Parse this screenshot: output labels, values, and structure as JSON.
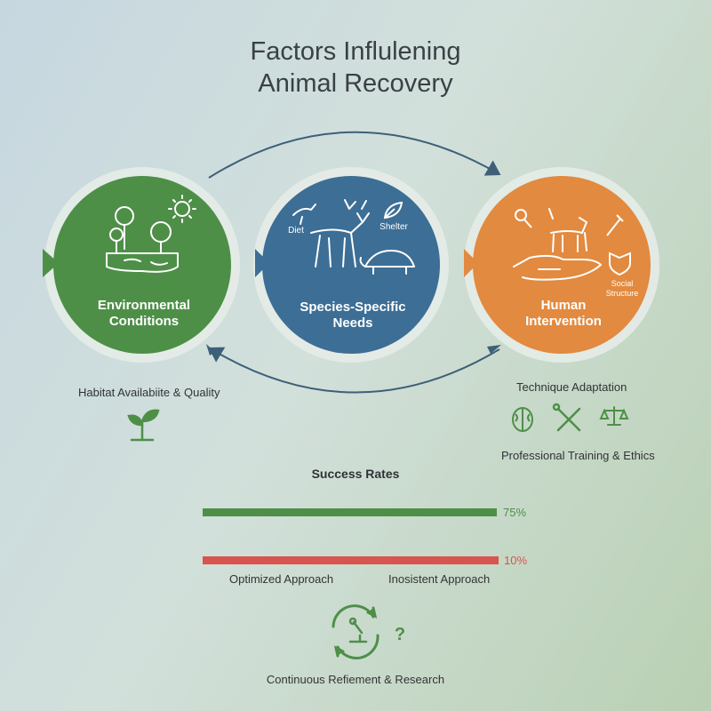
{
  "title": {
    "line1": "Factors Influlening",
    "line2": "Animal Recovery"
  },
  "nodes": [
    {
      "label_line1": "Environmental",
      "label_line2": "Conditions",
      "color": "#4e8f48"
    },
    {
      "label_line1": "Species-Specific",
      "label_line2": "Needs",
      "color": "#3d6e95",
      "tags": [
        "Diet",
        "Shelter"
      ]
    },
    {
      "label_line1": "Human",
      "label_line2": "Intervention",
      "color": "#e28a3f",
      "tags": [
        "Social",
        "Structure"
      ]
    }
  ],
  "left_sub": {
    "label": "Habitat Availabiite & Quality"
  },
  "right_sub": {
    "top_label": "Technique Adaptation",
    "bottom_label": "Professional Training & Ethics"
  },
  "success": {
    "title": "Success Rates",
    "bars": [
      {
        "name": "Optimized Approach",
        "percent": 75,
        "label": "75%",
        "color": "#4e8f48"
      },
      {
        "name": "Inosistent Approach",
        "percent": 10,
        "label": "10%",
        "color": "#d9534f"
      }
    ]
  },
  "footer": {
    "label": "Continuous Refiement & Research",
    "question": "?"
  },
  "accent_colors": {
    "green": "#4e8f48",
    "blue": "#3d6e95",
    "orange": "#e28a3f",
    "arrow": "#3d5f78"
  }
}
